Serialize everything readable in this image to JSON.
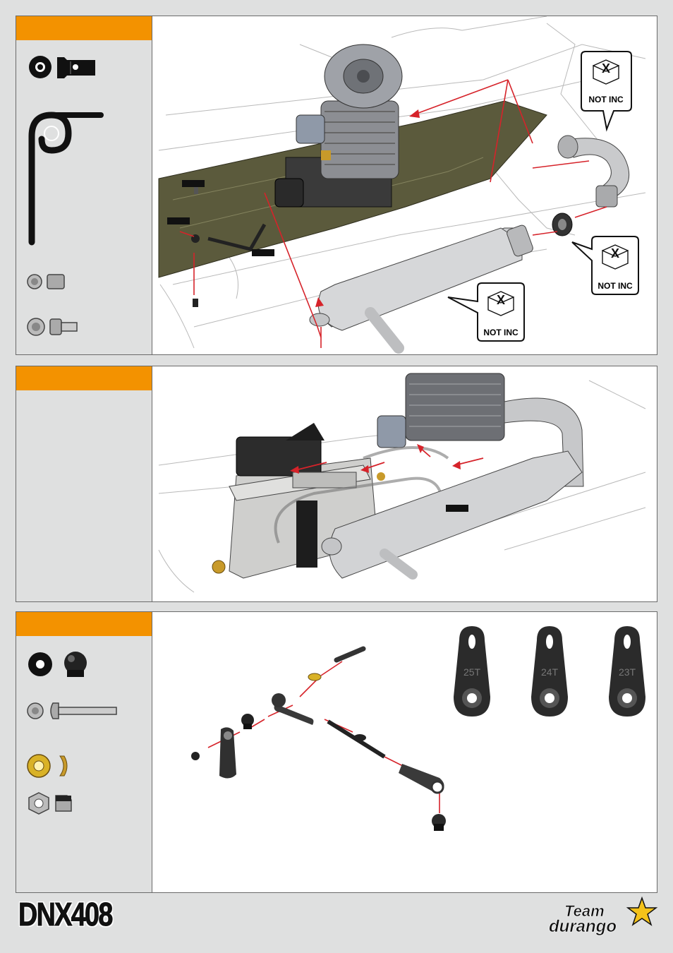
{
  "page": {
    "brand_model": "DNX408",
    "brand_team_line1": "Team",
    "brand_team_line2": "durango"
  },
  "step1": {
    "callouts": [
      {
        "text": "NOT INC"
      },
      {
        "text": "NOT INC"
      },
      {
        "text": "NOT INC"
      }
    ]
  },
  "step3": {
    "servo_horns": [
      {
        "label": "25T"
      },
      {
        "label": "24T"
      },
      {
        "label": "23T"
      }
    ]
  },
  "colors": {
    "accent": "#f39200",
    "arrow": "#d6232a",
    "chassis_plate": "#5b5a3c",
    "page_bg": "#dfe0e0"
  }
}
